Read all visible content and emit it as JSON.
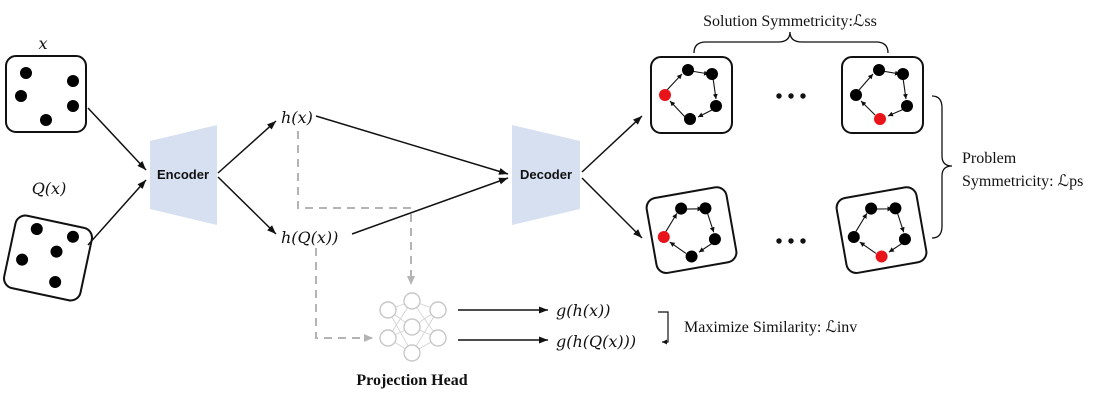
{
  "labels": {
    "x": "x",
    "qx": "Q(x)",
    "hx": "h(x)",
    "hqx": "h(Q(x))",
    "ghx": "g(h(x))",
    "ghqx": "g(h(Q(x)))",
    "encoder": "Encoder",
    "decoder": "Decoder",
    "projection_head": "Projection Head",
    "solution_symmetricity": "Solution Symmetricity:ℒss",
    "problem_line1": "Problem",
    "problem_line2": "Symmetricity: ℒps",
    "maximize_similarity": "Maximize Similarity: ℒinv",
    "ellipsis": "• • •"
  },
  "colors": {
    "node": "#000000",
    "highlight_node": "#e8141a",
    "block_fill": "#d6e0f1",
    "dashed": "#b4b4b4",
    "projection_node_stroke": "#c8c8c8"
  }
}
